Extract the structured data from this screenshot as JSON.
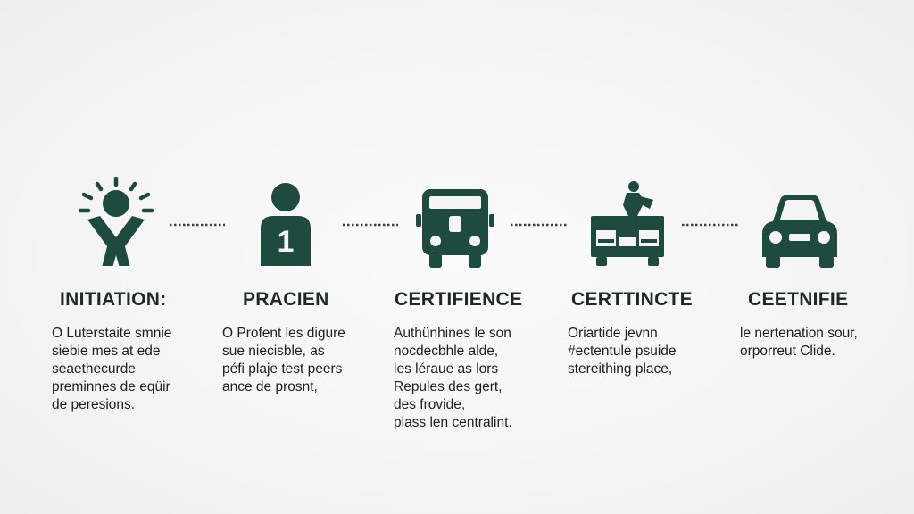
{
  "colors": {
    "icon": "#1f4a3f",
    "text": "#1d1d1d",
    "background": "#f5f5f5"
  },
  "steps": [
    {
      "icon": "person-sunburst-icon",
      "title": "INITIATION:",
      "lines": [
        "O Luterstaite smnie",
        "siebie mes at ede",
        "seaethecurde",
        "preminnes de eqüir",
        "de peresions."
      ]
    },
    {
      "icon": "person-number-one-icon",
      "title": "PRACIEN",
      "lines": [
        "O Profent les digure",
        "sue niecisble, as",
        "péfi plaje test peers",
        "ance de prosnt,"
      ]
    },
    {
      "icon": "bus-front-icon",
      "title": "CERTIFIENCE",
      "lines": [
        "Authünhines le son",
        "nocdecbhle alde,",
        "les léraue as lors",
        "Repules des gert,",
        "des frovide,",
        "plass len centralint."
      ]
    },
    {
      "icon": "worker-on-truck-icon",
      "title": "CERTTINCTE",
      "lines": [
        "Oriartide jevnn",
        "#ectentule psuide",
        "stereithing place,"
      ]
    },
    {
      "icon": "car-front-icon",
      "title": "CEETNIFIE",
      "lines": [
        "le nertenation sour,",
        "orporreut Clide."
      ]
    }
  ]
}
